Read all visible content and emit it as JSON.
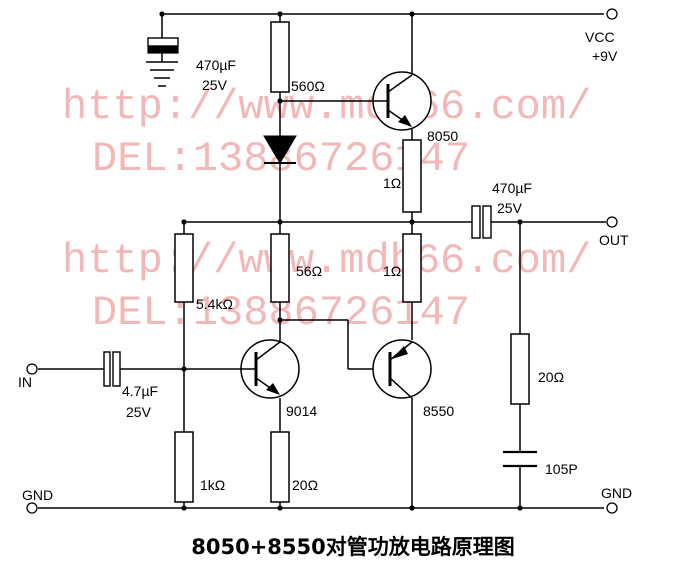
{
  "watermark": {
    "line1": "http://www.mdb66.com/",
    "line2": "DEL:13886726147"
  },
  "labels": {
    "vcc": "VCC",
    "vcc_value": "+9V",
    "cap_top_value": "470µF",
    "cap_top_voltage": "25V",
    "r_560": "560Ω",
    "q_8050": "8050",
    "r_1_top": "1Ω",
    "cap_out_value": "470µF",
    "cap_out_voltage": "25V",
    "out": "OUT",
    "r_5k4": "5.4kΩ",
    "r_56": "56Ω",
    "r_1_bottom": "1Ω",
    "in": "IN",
    "cap_in_value": "4.7µF",
    "cap_in_voltage": "25V",
    "q_9014": "9014",
    "q_8550": "8550",
    "r_20_right": "20Ω",
    "c_105p": "105P",
    "r_1k": "1kΩ",
    "r_20_bottom": "20Ω",
    "gnd_left": "GND",
    "gnd_right": "GND"
  },
  "caption": "8050+8550对管功放电路原理图"
}
